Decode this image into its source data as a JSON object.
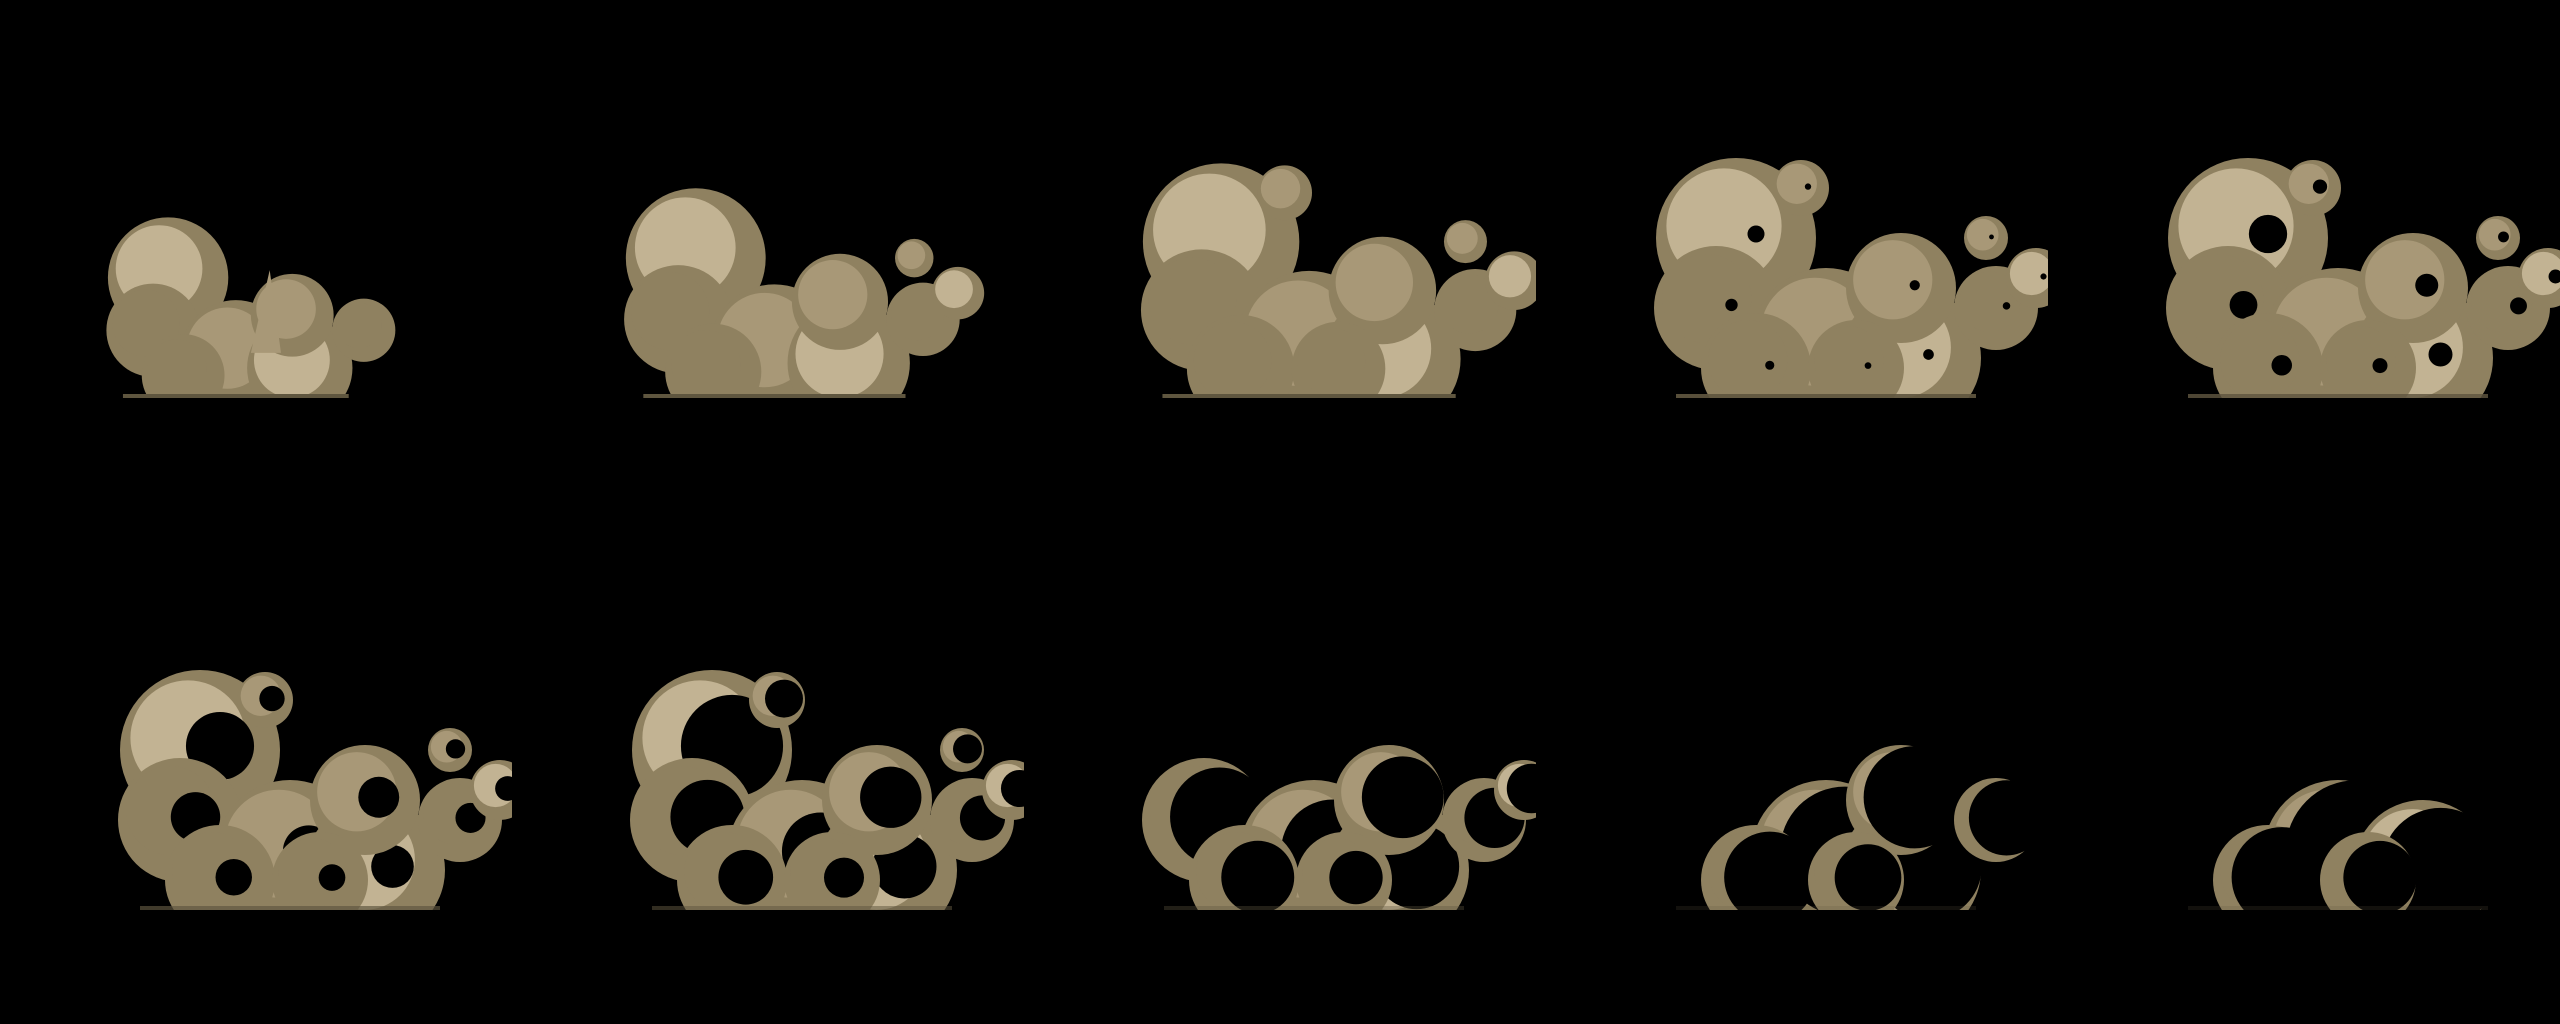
{
  "sprite_sheet": {
    "name": "dust-cloud-burst",
    "columns": 5,
    "rows": 2,
    "background_color": "#000000",
    "colors": {
      "base": "#8f8160",
      "mid": "#a89877",
      "light": "#c2b393",
      "outline": "#5f563f"
    },
    "frames": [
      {
        "index": 1,
        "growth": 0.45,
        "dissipation": 0.0
      },
      {
        "index": 2,
        "growth": 0.72,
        "dissipation": 0.0
      },
      {
        "index": 3,
        "growth": 0.95,
        "dissipation": 0.0
      },
      {
        "index": 4,
        "growth": 1.0,
        "dissipation": 0.08
      },
      {
        "index": 5,
        "growth": 1.0,
        "dissipation": 0.18
      },
      {
        "index": 6,
        "growth": 1.0,
        "dissipation": 0.32
      },
      {
        "index": 7,
        "growth": 1.0,
        "dissipation": 0.48
      },
      {
        "index": 8,
        "growth": 1.0,
        "dissipation": 0.64
      },
      {
        "index": 9,
        "growth": 1.0,
        "dissipation": 0.8
      },
      {
        "index": 10,
        "growth": 1.0,
        "dissipation": 0.88
      }
    ]
  }
}
